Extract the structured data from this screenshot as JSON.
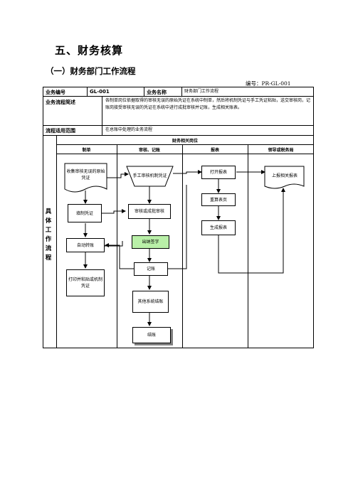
{
  "heading": "五、财务核算",
  "subheading": "（一）财务部门工作流程",
  "doc_number": "编号：PR-GL-001",
  "info": {
    "code_label": "业务编号",
    "code_value": "GL-001",
    "name_label": "业务名称",
    "name_value": "财务部门工作流程",
    "desc_label": "业务流程简述",
    "desc_value": "各制单岗位依据取得的审核无误的原始凭证在系统中制单，然后将机制凭证与手工凭证粘贴，送交审核岗，记账岗接受审核无误的凭证在系统中进行成批审核并记账，生成相关账表。",
    "scope_label": "流程适用范围",
    "scope_value": "在总账中处理的业务流程"
  },
  "positions_header": "财务相关岗位",
  "columns": [
    "制单",
    "审核、记账",
    "报表",
    "领导或税务局"
  ],
  "side_label": [
    "具",
    "体",
    "工",
    "作",
    "流",
    "程"
  ],
  "steps": {
    "collect": "收集审核无误的原始凭证",
    "manual_review": "手工审核机制凭证",
    "open_report": "打开报表",
    "submit_report": "上报相关报表",
    "fill_voucher": "填制凭证",
    "batch_review": "审核或成批审核",
    "recalc": "重算表页",
    "generate": "生成报表",
    "auto_transfer": "自动转账",
    "cashier_sign": "出纳签字",
    "post": "记账",
    "print_voucher": "打印并粘贴或机制凭证",
    "other_close": "其他系统结账",
    "close": "结账"
  }
}
